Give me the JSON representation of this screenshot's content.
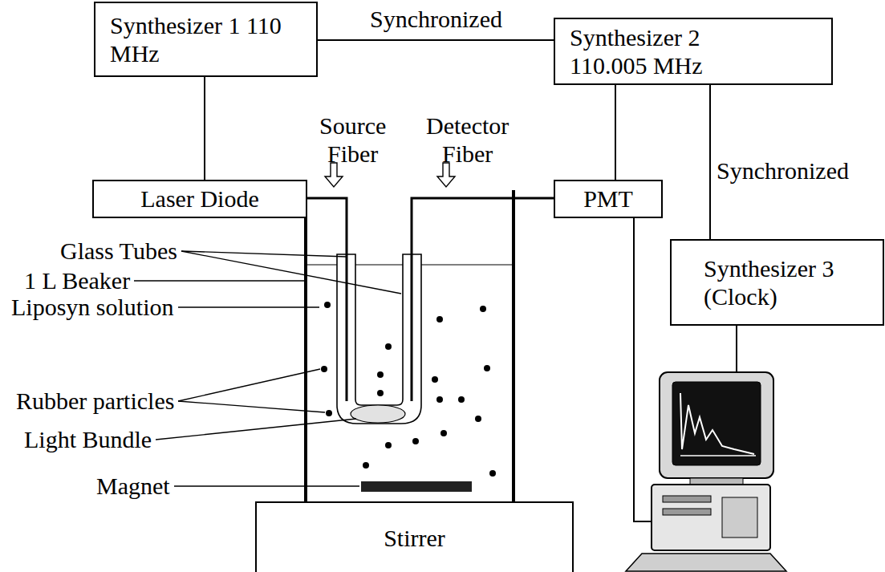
{
  "diagram": {
    "nodes": [
      {
        "text": [
          "Synthesizer 1 110 MHz"
        ]
      },
      {
        "text": [
          "Synthesizer 2 110.005 MHz"
        ]
      },
      {
        "text": [
          "Laser Diode"
        ]
      },
      {
        "text": [
          "PMT"
        ]
      },
      {
        "text": [
          "Synthesizer 3 (Clock)"
        ]
      },
      {
        "text": [
          "Stirrer"
        ]
      }
    ],
    "edges": [
      {
        "from": 0,
        "to": 1,
        "label": "Synchronized",
        "arrow": "none"
      },
      {
        "from": 0,
        "to": 2,
        "arrow": "none"
      },
      {
        "from": 1,
        "to": 3,
        "arrow": "none"
      },
      {
        "from": 1,
        "to": 4,
        "label": "Synchronized",
        "arrow": "none"
      }
    ],
    "labels": [
      "Source Fiber",
      "Detector Fiber",
      "Glass Tubes",
      "1 L Beaker",
      "Liposyn solution",
      "Rubber particles",
      "Light Bundle",
      "Magnet"
    ]
  }
}
